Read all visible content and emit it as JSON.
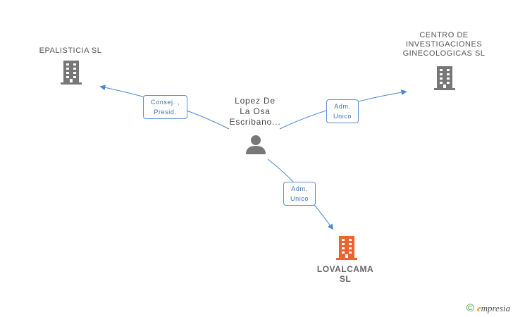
{
  "colors": {
    "edge": "#4a86d0",
    "company": "#777777",
    "main_company": "#f0632c",
    "person": "#777777"
  },
  "nodes": {
    "person": {
      "lines": [
        "Lopez De",
        "La Osa",
        "Escribano..."
      ],
      "icon": "person-icon"
    },
    "epalisticia": {
      "lines": [
        "EPALISTICIA  SL"
      ],
      "icon": "building-icon"
    },
    "centro": {
      "lines": [
        "CENTRO DE",
        "INVESTIGACIONES",
        "GINECOLOGICAS SL"
      ],
      "icon": "building-icon"
    },
    "lovalcama": {
      "lines": [
        "LOVALCAMA",
        "SL"
      ],
      "icon": "building-icon"
    }
  },
  "edges": {
    "to_epalisticia": {
      "lines": [
        "Consej. ,",
        "Presid."
      ]
    },
    "to_centro": {
      "lines": [
        "Adm.",
        "Unico"
      ]
    },
    "to_lovalcama": {
      "lines": [
        "Adm.",
        "Unico"
      ]
    }
  },
  "footer": {
    "copyright": "©",
    "brand_initial": "e",
    "brand_rest": "mpresia"
  }
}
